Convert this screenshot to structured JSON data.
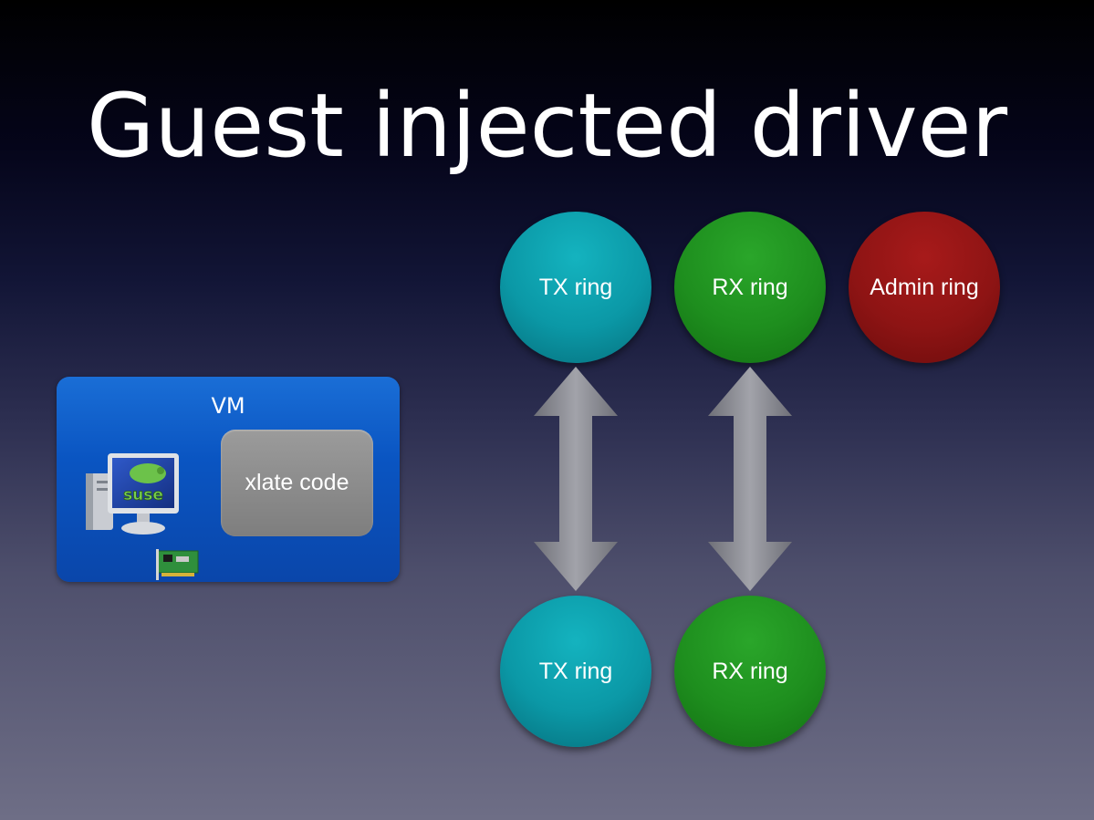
{
  "slide": {
    "title": "Guest injected driver"
  },
  "rings": {
    "top": {
      "tx": "TX ring",
      "rx": "RX ring",
      "admin": "Admin ring"
    },
    "bottom": {
      "tx": "TX ring",
      "rx": "RX ring"
    }
  },
  "vm": {
    "label": "VM",
    "xlate": "xlate code",
    "icons": [
      "suse-computer-icon",
      "network-card-icon"
    ]
  },
  "colors": {
    "tx": "#0b98a6",
    "rx": "#1e8e1e",
    "admin": "#8e1414",
    "vm": "#0a55c2",
    "xlate": "#8a8a8a"
  }
}
